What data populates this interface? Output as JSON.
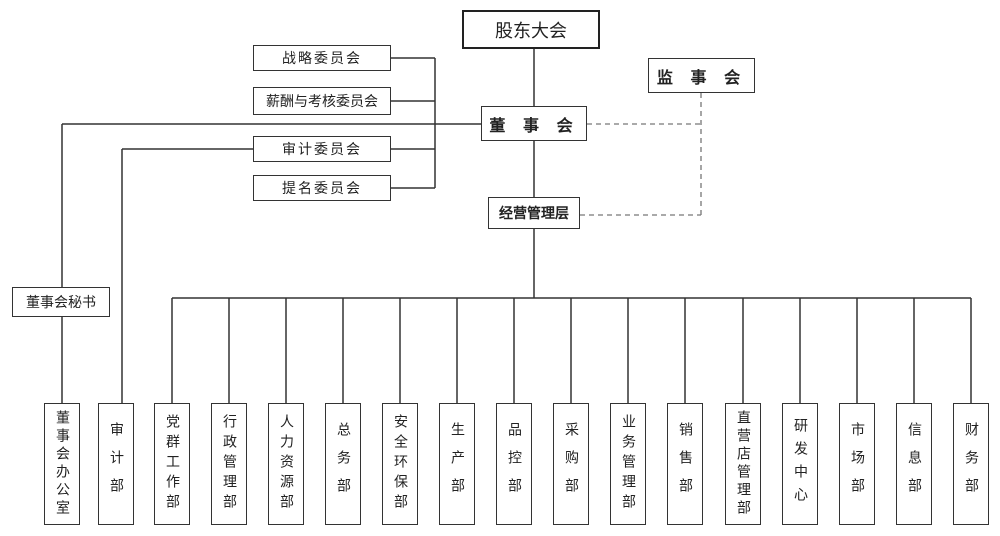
{
  "top": {
    "shareholders": "股东大会",
    "supervisors": "监 事 会",
    "board": "董 事 会",
    "management": "经营管理层",
    "board_secretary": "董事会秘书"
  },
  "committees": [
    "战略委员会",
    "薪酬与考核委员会",
    "审计委员会",
    "提名委员会"
  ],
  "departments": [
    "董事会办公室",
    "审计部",
    "党群工作部",
    "行政管理部",
    "人力资源部",
    "总务部",
    "安全环保部",
    "生产部",
    "品控部",
    "采购部",
    "业务管理部",
    "销售部",
    "直营店管理部",
    "研发中心",
    "市场部",
    "信息部",
    "财务部"
  ]
}
